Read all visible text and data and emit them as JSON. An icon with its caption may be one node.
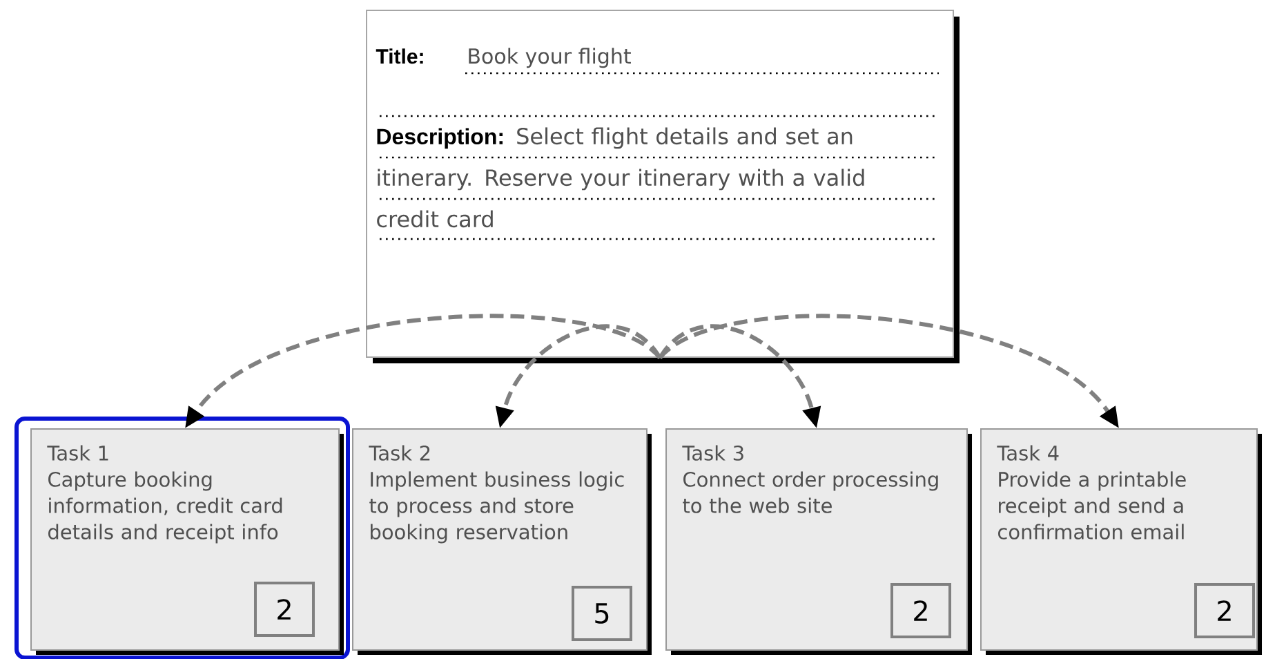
{
  "diagram": {
    "nodes": [
      {
        "text": [
          "Title:",
          "Book your flight",
          "Description:",
          "Select flight details and set an itinerary. Reserve your itinerary with a valid credit card"
        ]
      },
      {
        "text": [
          "Task 1",
          "Capture booking information, credit card details and receipt info"
        ]
      },
      {
        "text": [
          "2"
        ],
        "in": 1
      },
      {
        "text": [
          "Task 2",
          "Implement business logic to process and store booking reservation"
        ]
      },
      {
        "text": [
          "5"
        ],
        "in": 3
      },
      {
        "text": [
          "Task 3",
          "Connect order processing to the web site"
        ]
      },
      {
        "text": [
          "2"
        ],
        "in": 5
      },
      {
        "text": [
          "Task 4",
          "Provide a printable receipt and send a confirmation email"
        ]
      },
      {
        "text": [
          "2"
        ],
        "in": 7
      }
    ],
    "edges": [
      {
        "from": 0,
        "to": 1,
        "arrow": "to",
        "style": "dashed"
      },
      {
        "from": 0,
        "to": 3,
        "arrow": "to",
        "style": "dashed"
      },
      {
        "from": 0,
        "to": 5,
        "arrow": "to",
        "style": "dashed"
      },
      {
        "from": 0,
        "to": 7,
        "arrow": "to",
        "style": "dashed"
      }
    ]
  }
}
